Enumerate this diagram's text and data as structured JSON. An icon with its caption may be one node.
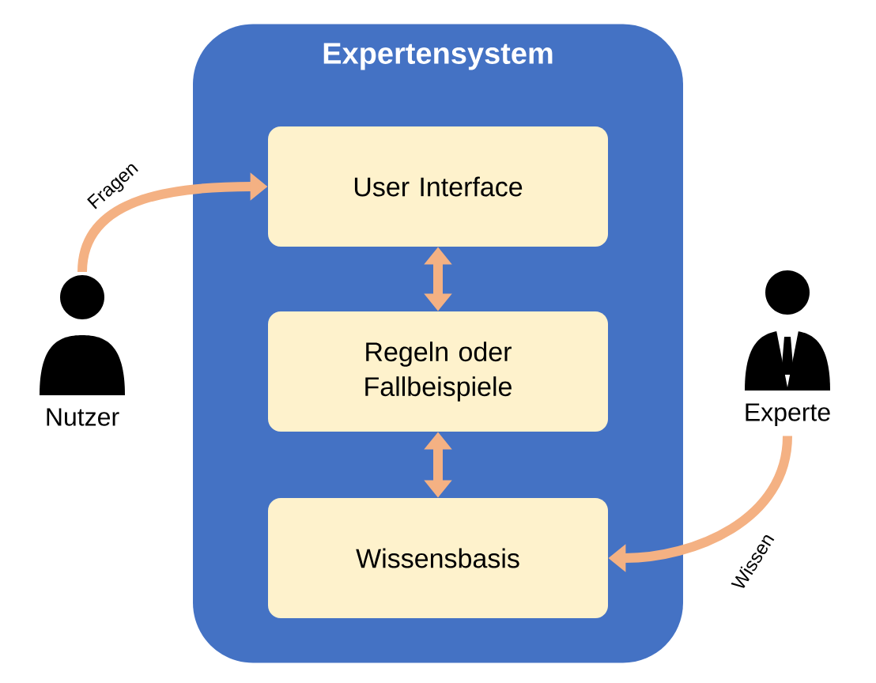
{
  "diagram": {
    "nodes": [
      {
        "text": [
          "Expertensystem"
        ]
      },
      {
        "text": [
          "User Interface"
        ],
        "in": 0
      },
      {
        "text": [
          "Regeln oder Fallbeispiele"
        ],
        "in": 0
      },
      {
        "text": [
          "Wissensbasis"
        ],
        "in": 0
      },
      {
        "text": [
          "Nutzer"
        ]
      },
      {
        "text": [
          "Experte"
        ]
      }
    ],
    "edges": [
      {
        "from": 4,
        "to": 1,
        "arrow": "to",
        "label": "Fragen"
      },
      {
        "from": 1,
        "to": 2,
        "arrow": "both"
      },
      {
        "from": 2,
        "to": 3,
        "arrow": "both"
      },
      {
        "from": 5,
        "to": 3,
        "arrow": "to",
        "label": "Wissen"
      }
    ]
  }
}
